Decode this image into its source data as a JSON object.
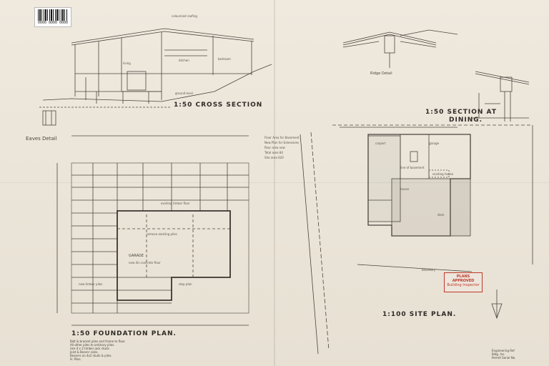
{
  "barcode": {
    "number": "0000 0000 0000"
  },
  "titles": {
    "cross_section": "1:50 CROSS SECTION",
    "section_dining": "1:50 SECTION AT",
    "section_dining_2": "DINING.",
    "foundation": "1:50 FOUNDATION PLAN.",
    "site": "1:100 SITE PLAN.",
    "eaves_detail": "Eaves Detail",
    "ridge_detail": "Ridge Detail"
  },
  "section_labels": {
    "living": "living",
    "bedroom": "bedroom",
    "kitchen": "kitchen",
    "roof_note": "colourised roofing",
    "ground": "ground level"
  },
  "foundation_labels": {
    "garage": "GARAGE",
    "concrete_floor": "new 4in concrete floor",
    "existing": "existing timber floor",
    "note1": "remove existing piles",
    "note2": "new timber piles",
    "step": "step plan"
  },
  "site_labels": {
    "carport": "carport",
    "garage": "garage",
    "house": "house",
    "existing": "existing house",
    "deck": "deck",
    "line_of_basement": "line of basement",
    "boundary": "boundary"
  },
  "site_notes": [
    "Floor Area for Basement",
    "New Plan for Extensions",
    "floor area new",
    "Total area  84",
    "Site area  620"
  ],
  "foundation_notes": [
    "Bolt & bracket piles and frame to floor.",
    "All other piles to ordinary piles.",
    "Use 4 x 2 timber jack studs.",
    "Joist & Bearer sizes.",
    "Bearers on 4x2 studs & piles.",
    "H. Piles."
  ],
  "stamp": {
    "line1": "PLANS",
    "line2": "APPROVED",
    "line3": "Building Inspector"
  },
  "titleblock": [
    "Engineering Ref",
    "Bldg. Ins.",
    "Permit Serial No."
  ]
}
